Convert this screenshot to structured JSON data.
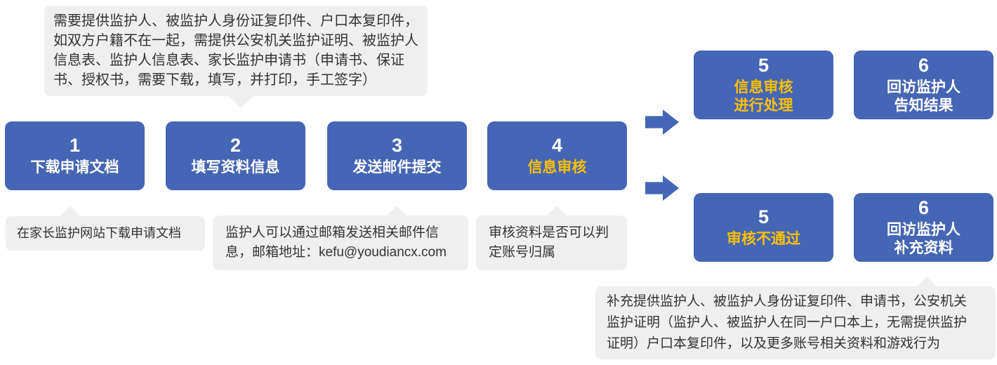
{
  "flow": {
    "steps": [
      {
        "num": "1",
        "label": "下载申请文档"
      },
      {
        "num": "2",
        "label": "填写资料信息"
      },
      {
        "num": "3",
        "label": "发送邮件提交"
      },
      {
        "num": "4",
        "label": "信息审核"
      }
    ],
    "branch_top": [
      {
        "num": "5",
        "label": "信息审核\n进行处理"
      },
      {
        "num": "6",
        "label": "回访监护人\n告知结果"
      }
    ],
    "branch_bottom": [
      {
        "num": "5",
        "label": "审核不通过"
      },
      {
        "num": "6",
        "label": "回访监护人\n补充资料"
      }
    ]
  },
  "notes": {
    "top": "需要提供监护人、被监护人身份证复印件、户口本复印件，\n如双方户籍不在一起，需提供公安机关监护证明、被监护人\n信息表、监护人信息表、家长监护申请书（申请书、保证\n书、授权书，需要下载，填写，并打印，手工签字）",
    "step1": "在家长监护网站下载申请文档",
    "step3": "监护人可以通过邮箱发送相关邮件信\n息，邮箱地址：kefu@youdiancx.com",
    "step4": "审核资料是否可以判\n定账号归属",
    "branch6": "补充提供监护人、被监护人身份证复印件、申请书，公安机关\n监护证明（监护人、被监护人在同一户口本上，无需提供监护\n证明）户口本复印件，以及更多账号相关资料和游戏行为"
  },
  "email": "kefu@youdiancx.com",
  "colors": {
    "box_blue": "#4466B4",
    "highlight_yellow": "#FFC000",
    "note_bg": "#EFEFEF",
    "note_text": "#333333",
    "box_text": "#FFFFFF"
  }
}
